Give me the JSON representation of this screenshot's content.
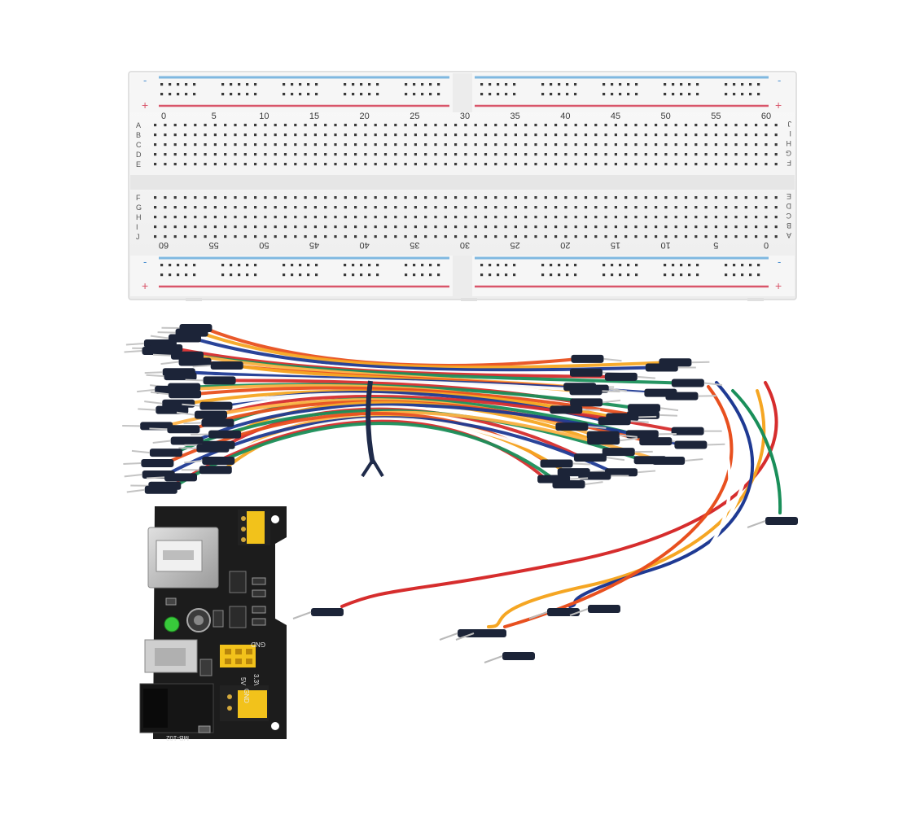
{
  "breadboard": {
    "top_numbers": [
      "0",
      "5",
      "10",
      "15",
      "20",
      "25",
      "30",
      "35",
      "40",
      "45",
      "50",
      "55",
      "60"
    ],
    "bottom_numbers": [
      "60",
      "55",
      "50",
      "45",
      "40",
      "35",
      "30",
      "25",
      "20",
      "15",
      "10",
      "5",
      "0"
    ],
    "rows_upper": [
      "A",
      "B",
      "C",
      "D",
      "E"
    ],
    "rows_lower": [
      "F",
      "G",
      "H",
      "I",
      "J"
    ],
    "rail_plus": "+",
    "rail_minus": "-"
  },
  "power_module": {
    "label_gnd_mid": "GND",
    "label_5v": "5V",
    "label_33v": "3.3V",
    "label_gnd_bottom": "GND",
    "label_model": "MB-102"
  },
  "colors": {
    "rail_blue": "#7fb8e0",
    "rail_red": "#d9556a",
    "pcb": "#1c1c1c",
    "header_yellow": "#f2c21b",
    "wire_colors": [
      "#e8501f",
      "#f5a623",
      "#1f3a93",
      "#ffffff",
      "#d62d2d",
      "#1a8f5a",
      "#ffb347"
    ]
  }
}
